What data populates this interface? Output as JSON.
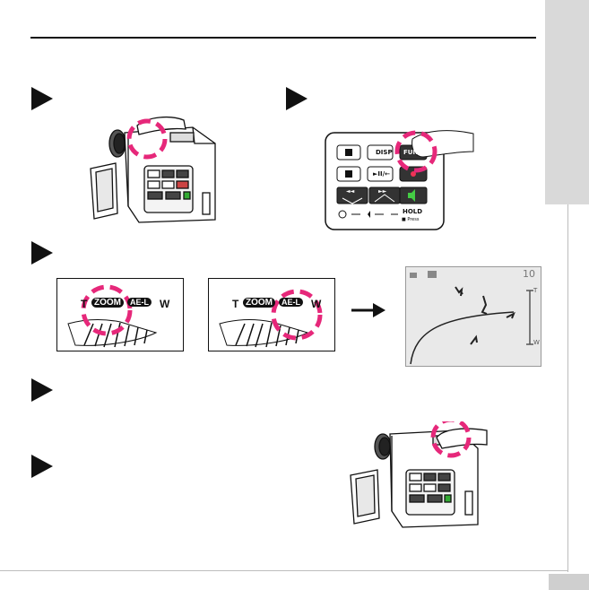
{
  "switch_plate_1": {
    "t": "T",
    "zoom": "ZOOM",
    "ael": "AE-L",
    "w": "W"
  },
  "switch_plate_2": {
    "t": "T",
    "zoom": "ZOOM",
    "ael": "AE-L",
    "w": "W"
  },
  "remote_panel": {
    "disp": "DISP",
    "func": "FUNC",
    "play_pause": "►II/←",
    "rewind": "◄◄",
    "forward": "►►",
    "hold": "HOLD",
    "hold_sub": "■ Press"
  },
  "viewfinder": {
    "counter": "10",
    "tele": "T",
    "wide": "W"
  },
  "colors": {
    "highlight_circle": "#e6287a",
    "side_tab": "#d9d9d9"
  }
}
